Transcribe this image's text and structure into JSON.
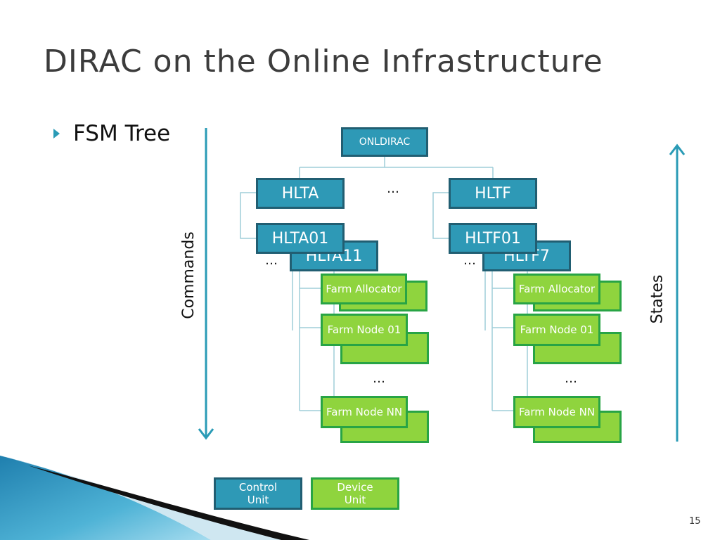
{
  "slide": {
    "title": "DIRAC on the Online Infrastructure",
    "bullet": "FSM Tree",
    "commands_label": "Commands",
    "states_label": "States",
    "page_number": "15"
  },
  "tree": {
    "root": "ONLDIRAC",
    "ellipsis": "…",
    "left": {
      "group": "HLTA",
      "sub_front": "HLTA01",
      "sub_back": "HLTA11",
      "farm_allocator": "Farm Allocator",
      "farm_node_01": "Farm Node 01",
      "farm_node_nn": "Farm Node NN"
    },
    "right": {
      "group": "HLTF",
      "sub_front": "HLTF01",
      "sub_back": "HLTF7",
      "farm_allocator": "Farm Allocator",
      "farm_node_01": "Farm Node 01",
      "farm_node_nn": "Farm Node NN"
    }
  },
  "legend": {
    "control_unit": "Control Unit",
    "device_unit": "Device Unit"
  },
  "colors": {
    "control_fill": "#2e99b6",
    "control_border": "#215e72",
    "device_fill": "#8fd43e",
    "device_border": "#28a445",
    "arrow": "#2a9bb6",
    "connector": "#9fcdd9"
  }
}
